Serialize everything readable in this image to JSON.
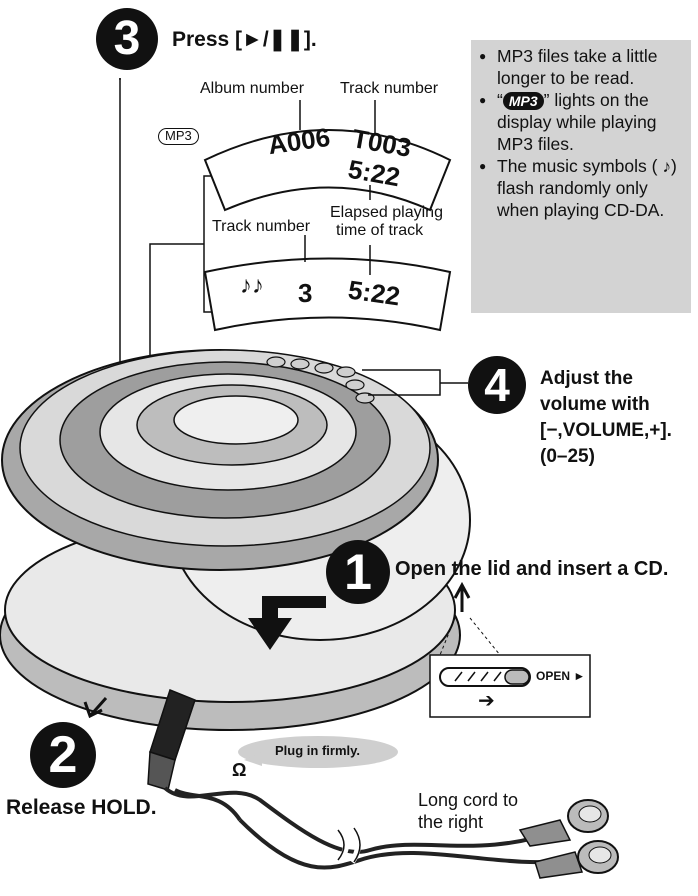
{
  "steps": {
    "step1": {
      "number": "1",
      "text": "Open the lid and insert a CD."
    },
    "step2": {
      "number": "2",
      "text": "Release HOLD."
    },
    "step3": {
      "number": "3",
      "text": "Press [►/❚❚]."
    },
    "step4": {
      "number": "4",
      "line1": "Adjust the",
      "line2": "volume with",
      "line3": "[−,VOLUME,+].",
      "line4": "(0–25)"
    }
  },
  "display_mp3": {
    "tag": "MP3",
    "album_label": "Album number",
    "track_label": "Track number",
    "album_value": "A006",
    "track_value": "T003",
    "time_value": "5:22"
  },
  "display_cdda": {
    "track_label": "Track number",
    "elapsed_label_line1": "Elapsed playing",
    "elapsed_label_line2": "time of track",
    "music_symbols": "♪♪",
    "track_value": "3",
    "time_value": "5:22"
  },
  "notes": {
    "item1": "MP3 files take a little longer to be read.",
    "item2_chip": "MP3",
    "item2_pre": "“",
    "item2_post": "” lights on the display while playing MP3 files.",
    "item3": "The music symbols ( ♪) flash randomly only when playing CD-DA."
  },
  "hold_switch": {
    "open_label": "OPEN ►",
    "arrow": "➔"
  },
  "plug_callout": "Plug in firmly.",
  "headphone_symbol": "Ω",
  "cord_label_line1": "Long cord to",
  "cord_label_line2": "the right",
  "colors": {
    "ink": "#111111",
    "note_bg": "#d3d3d3",
    "player_grey": "#9a9a9a",
    "player_light": "#e6e6e6"
  }
}
